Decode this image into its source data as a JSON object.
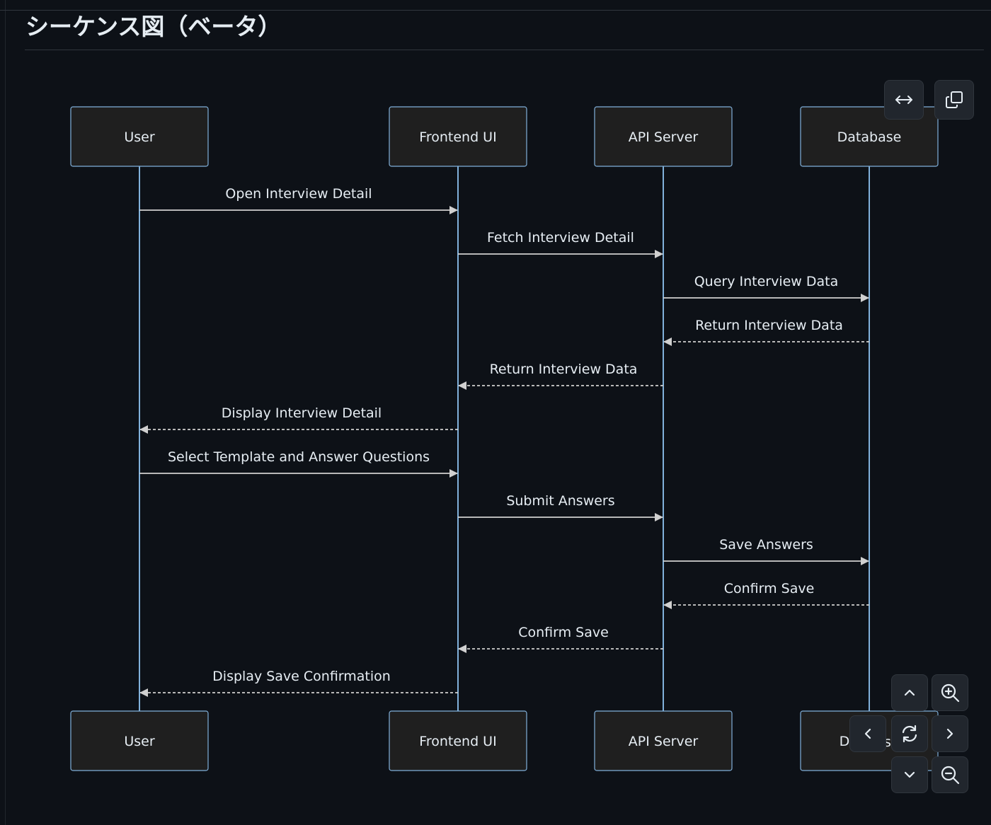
{
  "heading": "シーケンス図（ベータ）",
  "participants": [
    {
      "id": "user",
      "label": "User",
      "bottom_label": "User"
    },
    {
      "id": "frontend",
      "label": "Frontend UI",
      "bottom_label": "Frontend UI"
    },
    {
      "id": "api",
      "label": "API Server",
      "bottom_label": "API Server"
    },
    {
      "id": "db",
      "label": "Database",
      "bottom_label": "D"
    }
  ],
  "messages": [
    {
      "from": "user",
      "to": "frontend",
      "label": "Open Interview Detail",
      "style": "solid"
    },
    {
      "from": "frontend",
      "to": "api",
      "label": "Fetch Interview Detail",
      "style": "solid"
    },
    {
      "from": "api",
      "to": "db",
      "label": "Query Interview Data",
      "style": "solid"
    },
    {
      "from": "db",
      "to": "api",
      "label": "Return Interview Data",
      "style": "dashed"
    },
    {
      "from": "api",
      "to": "frontend",
      "label": "Return Interview Data",
      "style": "dashed"
    },
    {
      "from": "frontend",
      "to": "user",
      "label": "Display Interview Detail",
      "style": "dashed"
    },
    {
      "from": "user",
      "to": "frontend",
      "label": "Select Template and Answer Questions",
      "style": "solid"
    },
    {
      "from": "frontend",
      "to": "api",
      "label": "Submit Answers",
      "style": "solid"
    },
    {
      "from": "api",
      "to": "db",
      "label": "Save Answers",
      "style": "solid"
    },
    {
      "from": "db",
      "to": "api",
      "label": "Confirm Save",
      "style": "dashed"
    },
    {
      "from": "api",
      "to": "frontend",
      "label": "Confirm Save",
      "style": "dashed"
    },
    {
      "from": "frontend",
      "to": "user",
      "label": "Display Save Confirmation",
      "style": "dashed"
    }
  ],
  "occluded_fragment": "s",
  "controls": {
    "expand": {
      "icon": "arrows-horizontal-icon"
    },
    "copy": {
      "icon": "copy-icon"
    },
    "pan_up": {
      "icon": "chevron-up-icon"
    },
    "pan_left": {
      "icon": "chevron-left-icon"
    },
    "pan_right": {
      "icon": "chevron-right-icon"
    },
    "pan_down": {
      "icon": "chevron-down-icon"
    },
    "reset": {
      "icon": "refresh-icon"
    },
    "zoom_in": {
      "icon": "zoom-in-icon"
    },
    "zoom_out": {
      "icon": "zoom-out-icon"
    }
  },
  "colors": {
    "background": "#0d1117",
    "actor_fill": "#1f1f1f",
    "actor_stroke": "#81b1db",
    "lifeline": "#81b1db",
    "message_line": "#d0d0d0",
    "text": "#e6edf3"
  }
}
